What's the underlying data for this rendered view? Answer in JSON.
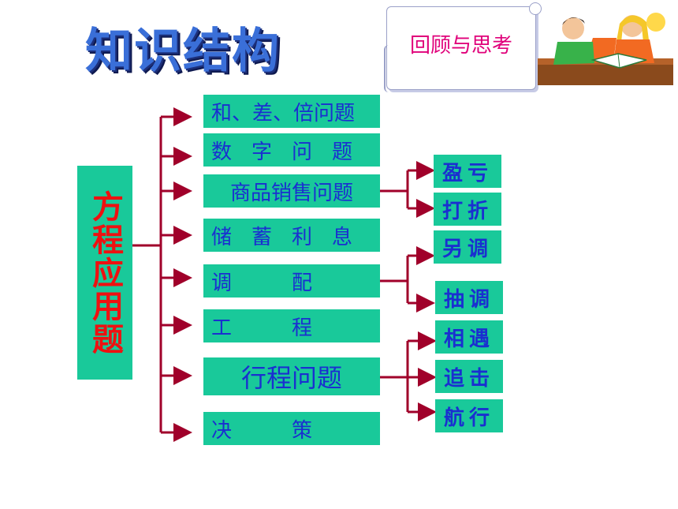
{
  "header": {
    "title": "知识结构",
    "review_label": "回顾与思考"
  },
  "diagram": {
    "root": "方程应用题",
    "topics": [
      {
        "label": "和、差、倍问题",
        "parts": [
          "和、差、倍问题"
        ],
        "style": "left"
      },
      {
        "label": "数字问题",
        "parts": [
          "数",
          "字",
          "问",
          "题"
        ],
        "style": "spread"
      },
      {
        "label": "商品销售问题",
        "parts": [
          "商品销售问题"
        ],
        "style": "center"
      },
      {
        "label": "储蓄利息",
        "parts": [
          "储",
          "蓄",
          "利",
          "息"
        ],
        "style": "spread"
      },
      {
        "label": "调配",
        "parts": [
          "调",
          "配"
        ],
        "style": "spread"
      },
      {
        "label": "工程",
        "parts": [
          "工",
          "程"
        ],
        "style": "spread"
      },
      {
        "label": "行程问题",
        "parts": [
          "行程问题"
        ],
        "style": "center-big"
      },
      {
        "label": "决策",
        "parts": [
          "决",
          "策"
        ],
        "style": "spread"
      }
    ],
    "subtopics": {
      "商品销售问题": [
        "盈亏",
        "打折"
      ],
      "调配": [
        "另调",
        "抽调"
      ],
      "行程问题": [
        "相遇",
        "追击",
        "航行"
      ]
    }
  },
  "colors": {
    "box": "#19c99a",
    "topic_text": "#1a2fd0",
    "root_text": "#ee1111",
    "connector": "#a0002a",
    "review_text": "#e0007a"
  }
}
